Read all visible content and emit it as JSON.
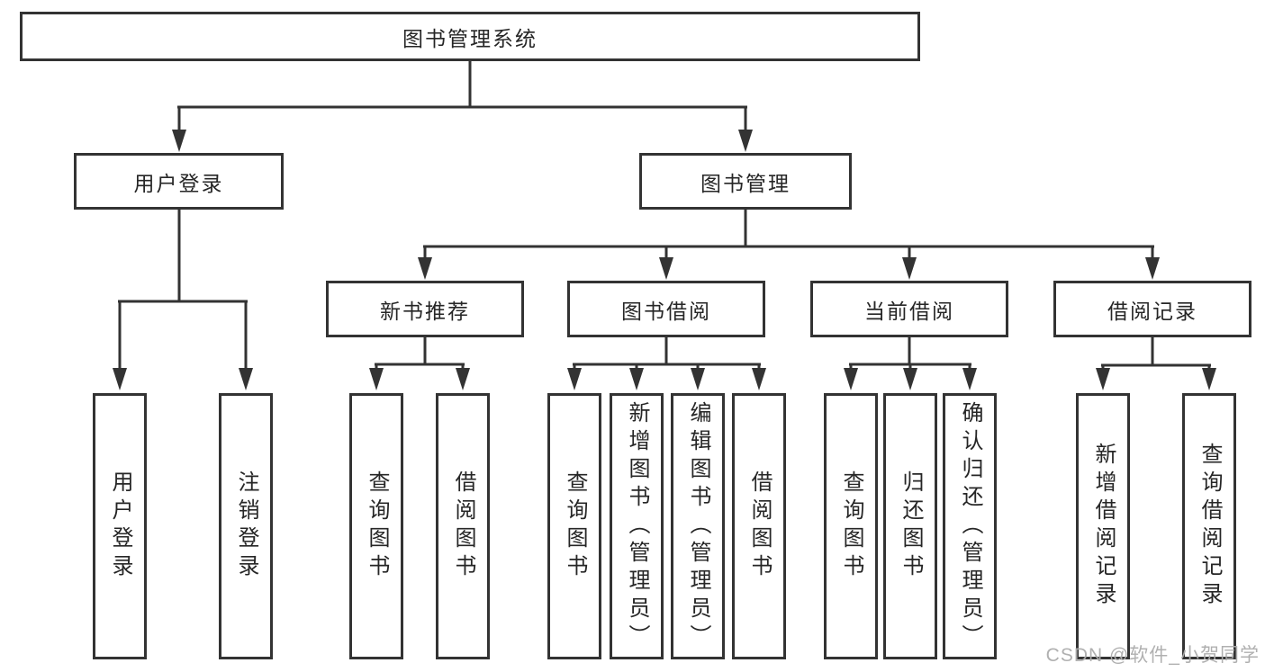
{
  "root": {
    "label": "图书管理系统"
  },
  "level2": [
    {
      "label": "用户登录"
    },
    {
      "label": "图书管理"
    }
  ],
  "level3": [
    {
      "label": "新书推荐"
    },
    {
      "label": "图书借阅"
    },
    {
      "label": "当前借阅"
    },
    {
      "label": "借阅记录"
    }
  ],
  "leaves": {
    "login": [
      {
        "label": "用户登录"
      },
      {
        "label": "注销登录"
      }
    ],
    "recommend": [
      {
        "label": "查询图书"
      },
      {
        "label": "借阅图书"
      }
    ],
    "borrow": [
      {
        "label": "查询图书"
      },
      {
        "label": "新增图书（管理员）"
      },
      {
        "label": "编辑图书（管理员）"
      },
      {
        "label": "借阅图书"
      }
    ],
    "current": [
      {
        "label": "查询图书"
      },
      {
        "label": "归还图书"
      },
      {
        "label": "确认归还（管理员）"
      }
    ],
    "records": [
      {
        "label": "新增借阅记录"
      },
      {
        "label": "查询借阅记录"
      }
    ]
  },
  "watermark": {
    "text": "CSDN @软件_小贺同学"
  },
  "colors": {
    "line": "#333333",
    "text": "#262626",
    "watermark": "#acacac",
    "background": "#ffffff"
  }
}
